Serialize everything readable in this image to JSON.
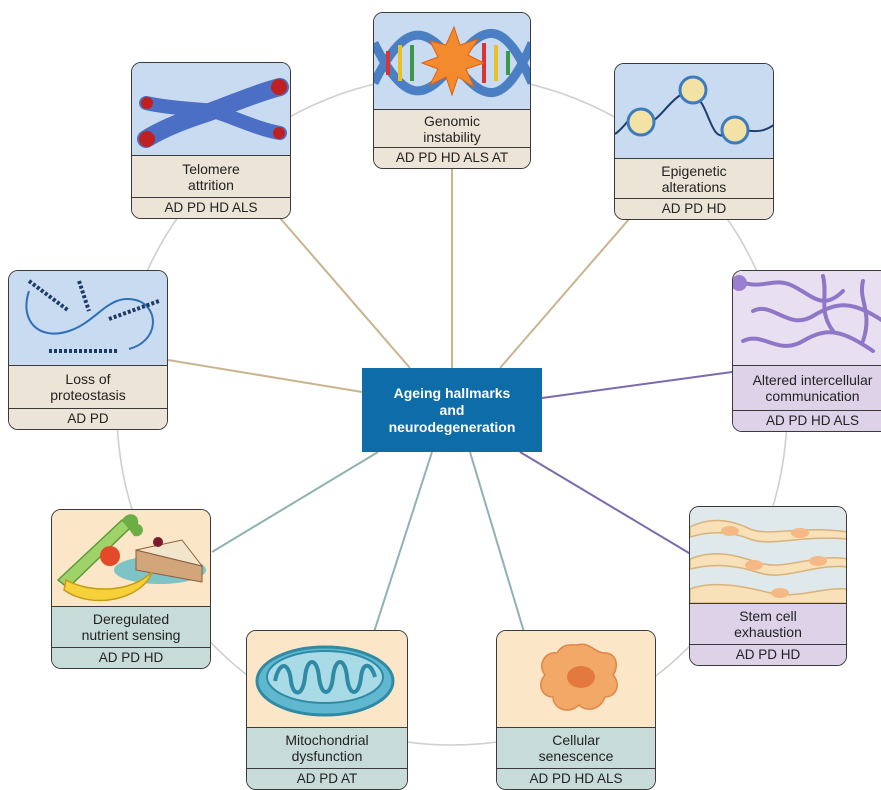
{
  "center": {
    "title": "Ageing hallmarks\nand\nneurodegeneration"
  },
  "hallmarks": [
    {
      "label": "Genomic\ninstability",
      "diseases": "AD PD HD ALS AT"
    },
    {
      "label": "Epigenetic\nalterations",
      "diseases": "AD PD HD"
    },
    {
      "label": "Altered intercellular\ncommunication",
      "diseases": "AD PD HD ALS"
    },
    {
      "label": "Stem cell\nexhaustion",
      "diseases": "AD PD HD"
    },
    {
      "label": "Cellular\nsenescence",
      "diseases": "AD PD HD ALS"
    },
    {
      "label": "Mitochondrial\ndysfunction",
      "diseases": "AD PD AT"
    },
    {
      "label": "Deregulated\nnutrient sensing",
      "diseases": "AD PD HD"
    },
    {
      "label": "Loss of\nproteostasis",
      "diseases": "AD PD"
    },
    {
      "label": "Telomere\nattrition",
      "diseases": "AD PD HD ALS"
    }
  ],
  "colors": {
    "center_box": "#0e6ca9",
    "beige_connector": "#c9b48e",
    "purple_connector": "#7b6aae",
    "teal_connector": "#8fb3b1",
    "circle": "#cfcfcf"
  }
}
